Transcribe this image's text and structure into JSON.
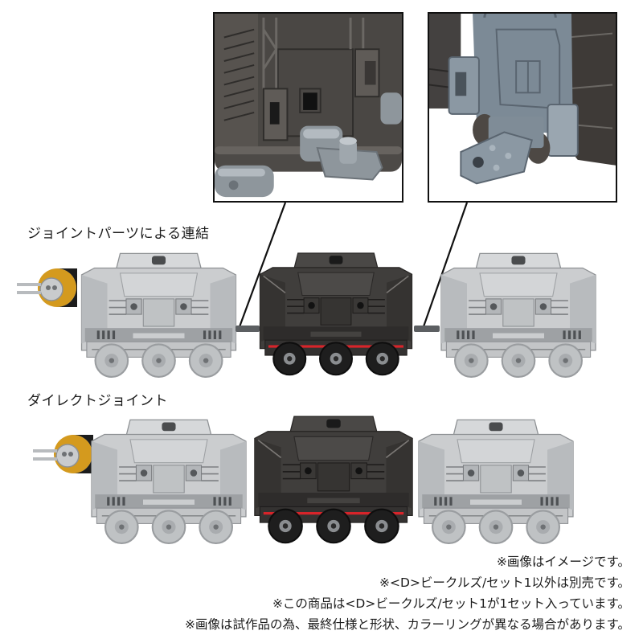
{
  "insets": [
    {
      "id": "joint-parts-closeup",
      "subject": "dark metallic car underside with silver joint part (peg connector)",
      "colors": {
        "body": "#4a4744",
        "body_highlight": "#6b6864",
        "joint_part": "#8e969c",
        "joint_highlight": "#b3bac0"
      }
    },
    {
      "id": "direct-joint-closeup",
      "subject": "blue-grey car end with claw-shaped direct joint coupler",
      "colors": {
        "body": "#7c8a96",
        "body_highlight": "#a3b0ba",
        "dark_body": "#3e3a37",
        "coupler": "#8b98a3"
      }
    }
  ],
  "sections": [
    {
      "id": "joint-parts-connection",
      "label": "ジョイントパーツによる連結",
      "cars": [
        "grey-car-with-cannon",
        "black-car-red-stripe",
        "grey-car"
      ]
    },
    {
      "id": "direct-joint",
      "label": "ダイレクトジョイント",
      "cars": [
        "grey-car-with-cannon",
        "black-car-red-stripe",
        "grey-car"
      ]
    }
  ],
  "car_colors": {
    "grey_body": "#c9cbcd",
    "grey_shadow": "#9ea1a4",
    "grey_dark": "#6e7174",
    "black_body": "#3f3d3b",
    "black_shadow": "#2a2827",
    "red_stripe": "#d8242a",
    "cannon_gold": "#d49a1e",
    "tire_grey": "#bfc2c4",
    "tire_black": "#1e1e1e"
  },
  "notes": [
    "※画像はイメージです。",
    "※<D>ビークルズ/セット1以外は別売です。",
    "※この商品は<D>ビークルズ/セット1が1セット入っています。",
    "※画像は試作品の為、最終仕様と形状、カラーリングが異なる場合があります。"
  ]
}
